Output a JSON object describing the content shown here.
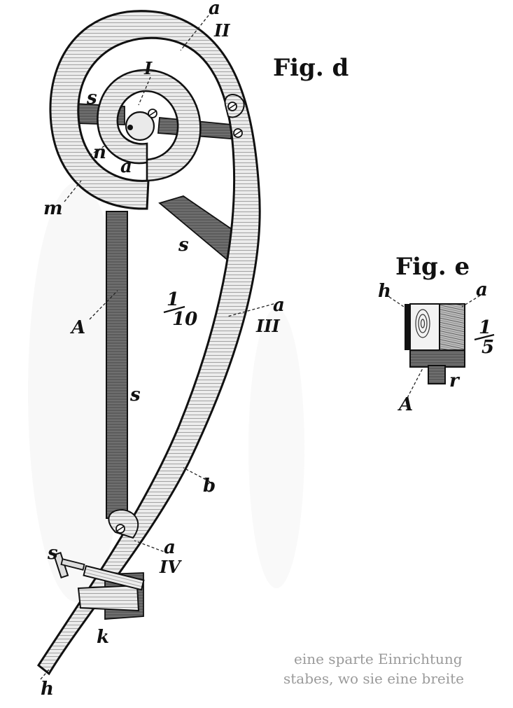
{
  "figure_d": {
    "title": "Fig. d",
    "scale": {
      "num": "1",
      "den": "10"
    },
    "labels": {
      "a_top": "a",
      "II": "II",
      "I": "I",
      "s_top": "s",
      "s_mid": "s",
      "s_bar": "s",
      "s_screw": "s",
      "n": "n",
      "a_inner": "a",
      "m": "m",
      "A": "A",
      "a_mid": "a",
      "III": "III",
      "b": "b",
      "a_low": "a",
      "IV": "IV",
      "k": "k",
      "h": "h"
    }
  },
  "figure_e": {
    "title": "Fig. e",
    "scale": {
      "num": "1",
      "den": "5"
    },
    "labels": {
      "h": "h",
      "a": "a",
      "r": "r",
      "A": "A"
    }
  },
  "bleed_through": {
    "line1": "eine sparte Einrichtung",
    "line2": "stabes, wo sie eine breite"
  },
  "colors": {
    "ink": "#111111",
    "paper": "#ffffff",
    "wood": "#e4e4e4",
    "bar": "#707070"
  }
}
